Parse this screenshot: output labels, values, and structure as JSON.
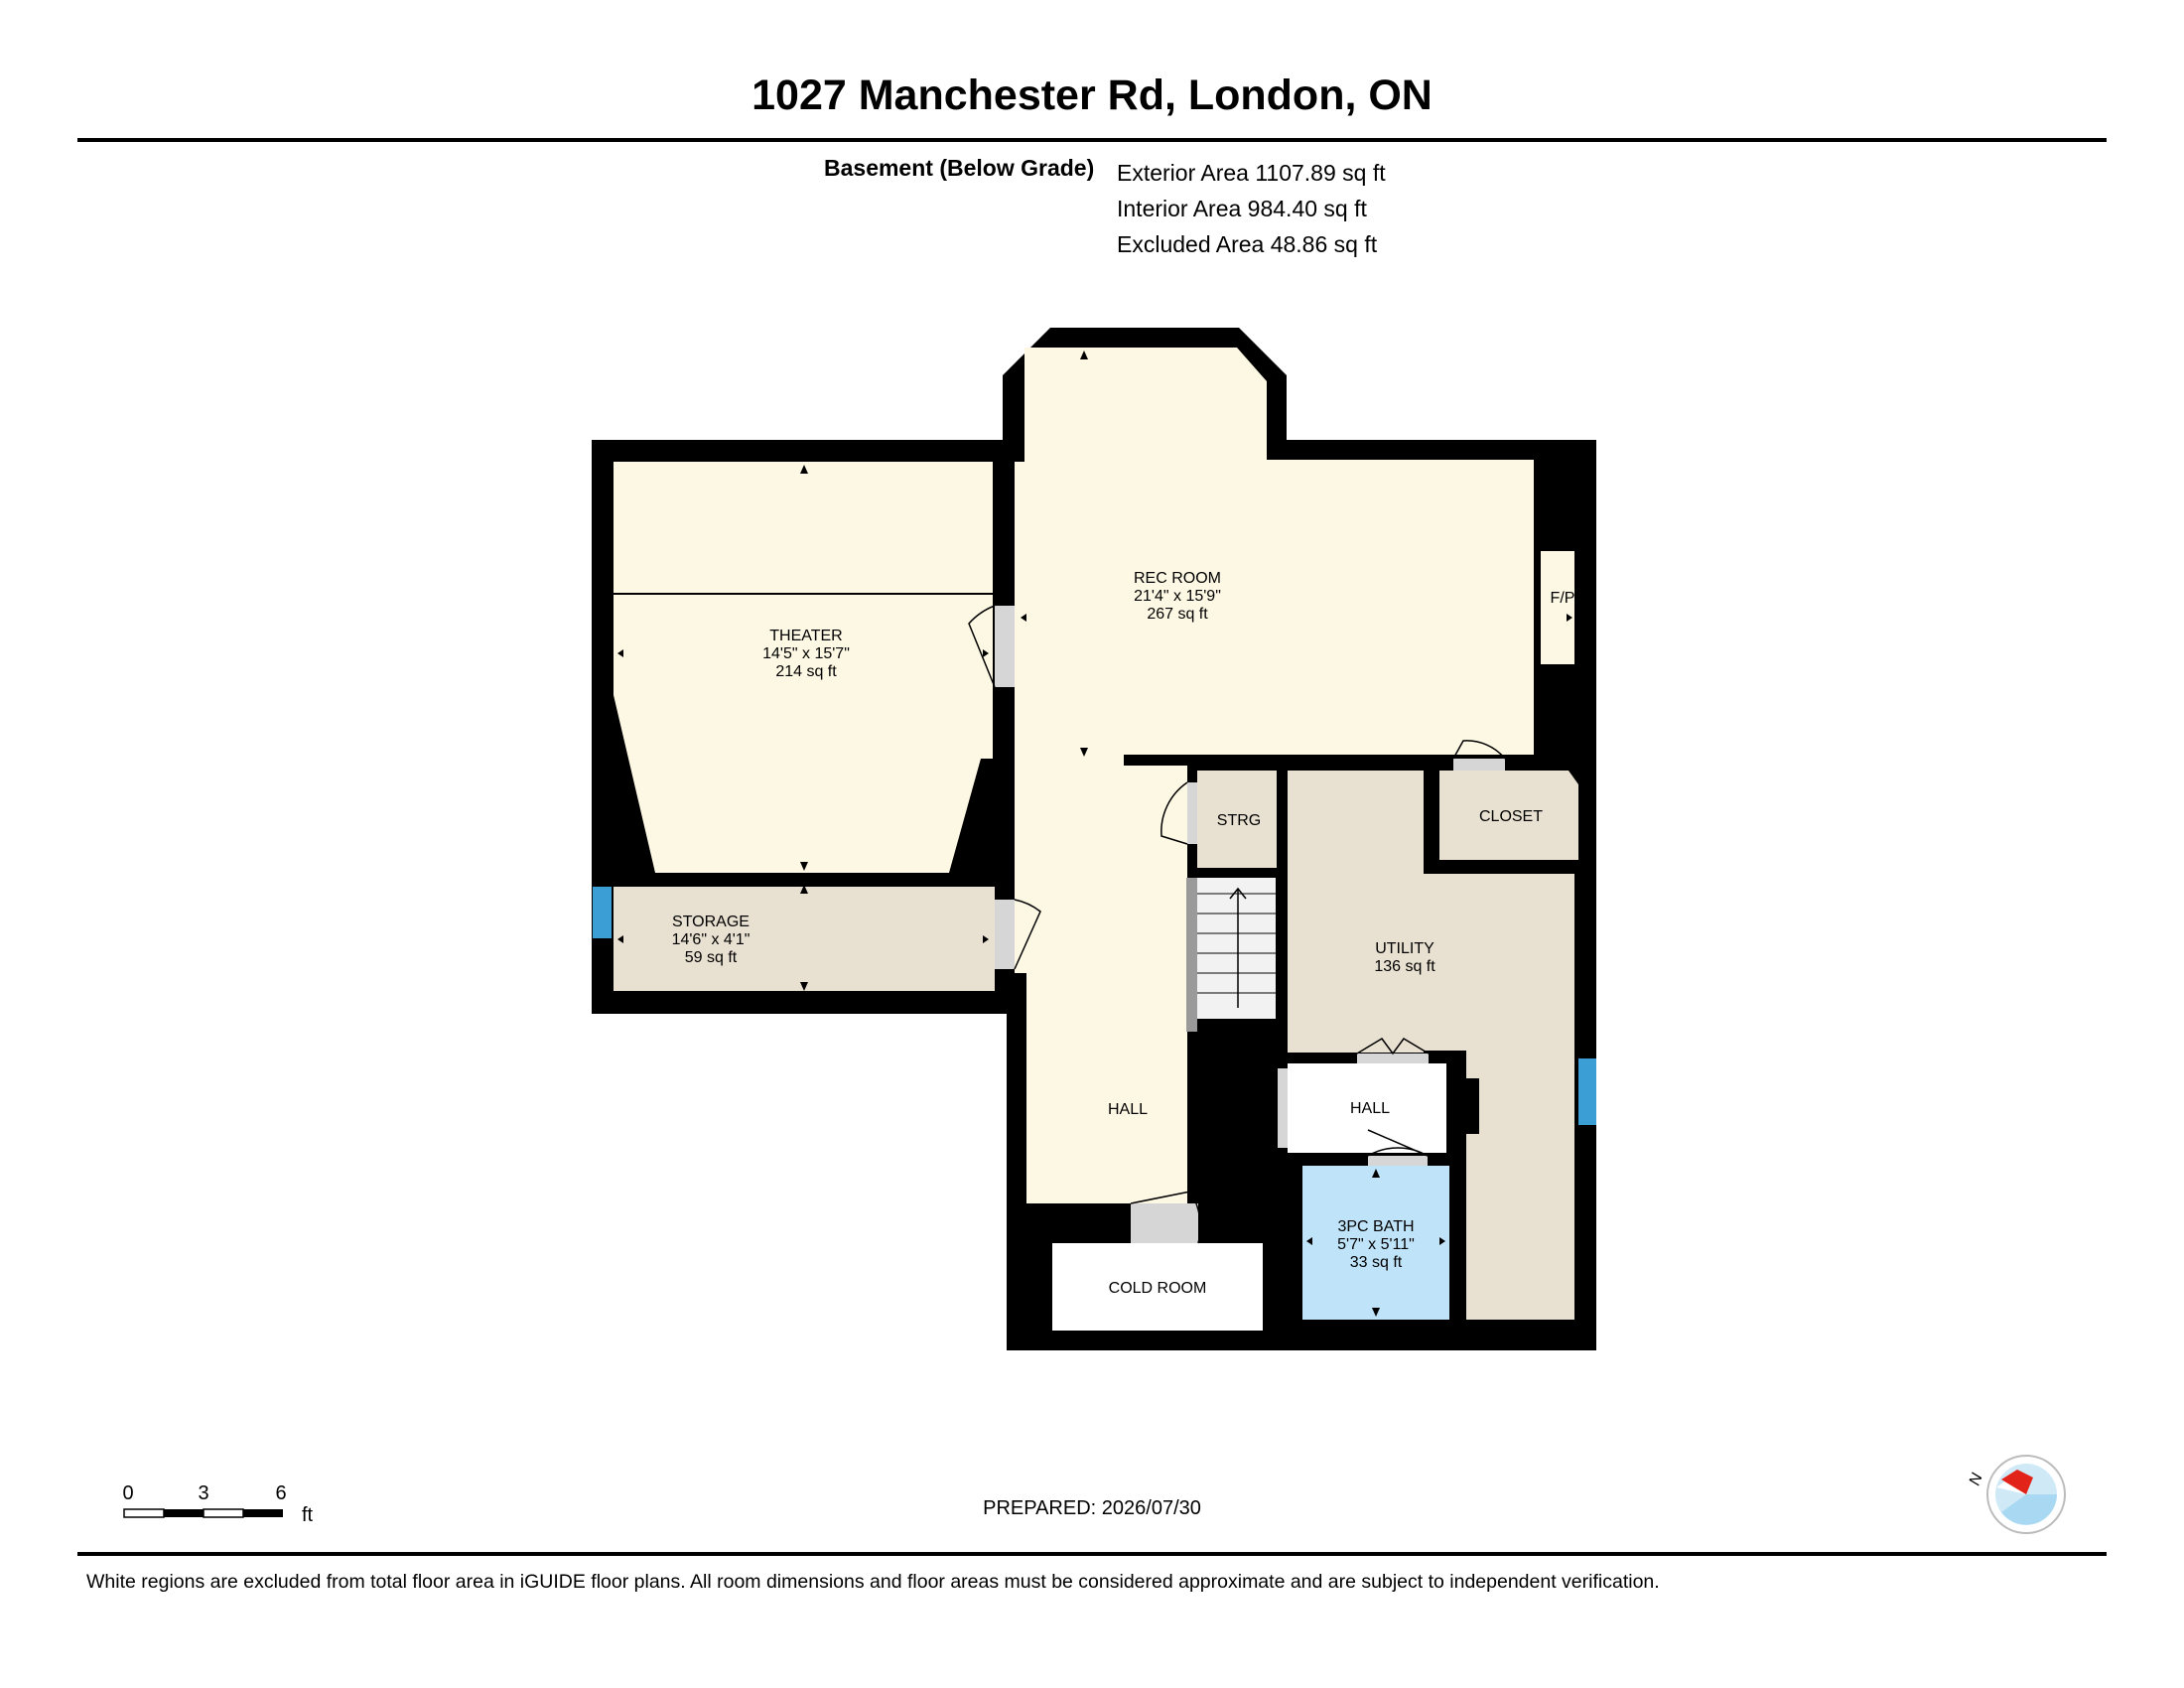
{
  "header": {
    "title": "1027 Manchester Rd, London, ON",
    "floor_label": "Basement (Below Grade)",
    "areas": [
      "Exterior Area 1107.89 sq ft",
      "Interior Area 984.40 sq ft",
      "Excluded Area 48.86 sq ft"
    ]
  },
  "rooms": {
    "theater": {
      "name": "THEATER",
      "dims": "14'5\" x 15'7\"",
      "area": "214 sq ft"
    },
    "rec_room": {
      "name": "REC ROOM",
      "dims": "21'4\" x 15'9\"",
      "area": "267 sq ft"
    },
    "storage": {
      "name": "STORAGE",
      "dims": "14'6\" x 4'1\"",
      "area": "59 sq ft"
    },
    "fireplace": {
      "name": "F/P"
    },
    "strg": {
      "name": "STRG"
    },
    "closet": {
      "name": "CLOSET"
    },
    "utility": {
      "name": "UTILITY",
      "area": "136 sq ft"
    },
    "stairs": {
      "name": "UP"
    },
    "hall_main": {
      "name": "HALL"
    },
    "hall_small": {
      "name": "HALL"
    },
    "bath": {
      "name": "3PC BATH",
      "dims": "5'7\" x 5'11\"",
      "area": "33 sq ft"
    },
    "cold_room": {
      "name": "COLD ROOM"
    }
  },
  "colors": {
    "wall": "#000000",
    "living": "#fdf8e3",
    "storage": "#e8e0d0",
    "bath": "#bfe3f8",
    "excluded": "#ffffff",
    "window": "#3b9fd6",
    "door": "#d6d6d6"
  },
  "scale_bar": {
    "ticks": [
      "0",
      "3",
      "6"
    ],
    "unit": "ft"
  },
  "compass": {
    "label": "N"
  },
  "footer": {
    "prepared": "PREPARED: 2026/07/30",
    "disclaimer": "White regions are excluded from total floor area in iGUIDE floor plans. All room dimensions and floor areas must be considered approximate and are subject to independent verification."
  }
}
